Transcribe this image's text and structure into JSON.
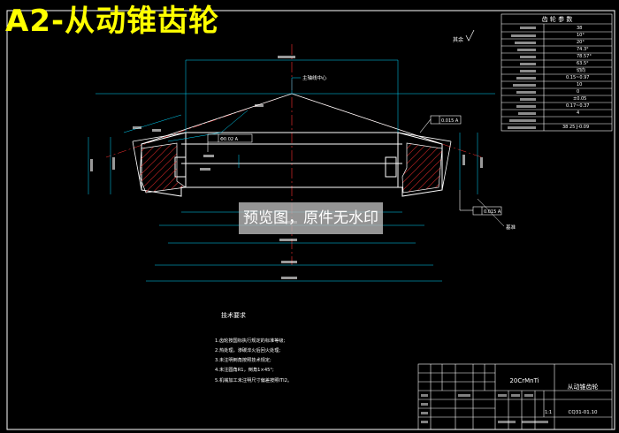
{
  "title": "A2-从动锥齿轮",
  "watermark": "预览图，原件无水印",
  "labels": {
    "apex": "主轴线中心",
    "roughness_others": "其余",
    "datum": "基准",
    "fcf_runout_1": "0.015 A",
    "fcf_runout_2": "0.015 A",
    "fcf_position": "Φ0.02 A"
  },
  "tech_requirements": {
    "heading": "技术要求",
    "items": [
      "1.齿轮按国标执行规定的标准等级;",
      "2.热处理，渗碳淬火后回火处理;",
      "3.未注明倒角按照技术规定;",
      "4.未注圆角R1，倒角1×45°;",
      "5.机械加工未注明尺寸偏差按照ITI2。"
    ]
  },
  "param_table": {
    "heading": "齿 轮 参 数",
    "values": [
      "38",
      "10°",
      "20°",
      "74.3°",
      "78.57°",
      "63.5°",
      "切向",
      "0.15~0.97",
      "10",
      "0",
      "±0.05",
      "0.17~0.37",
      "4",
      "38 25 J-0.09"
    ]
  },
  "title_block": {
    "material": "20CrMnTi",
    "part_name": "从动锥齿轮",
    "drawing_no": "CQ31-01.10",
    "scale": "1:1"
  },
  "colors": {
    "background": "#000000",
    "outline": "#ffffff",
    "dimension": "#00d8ff",
    "hatch": "#ff3030",
    "center": "#ff3030",
    "title": "#ffff00"
  }
}
